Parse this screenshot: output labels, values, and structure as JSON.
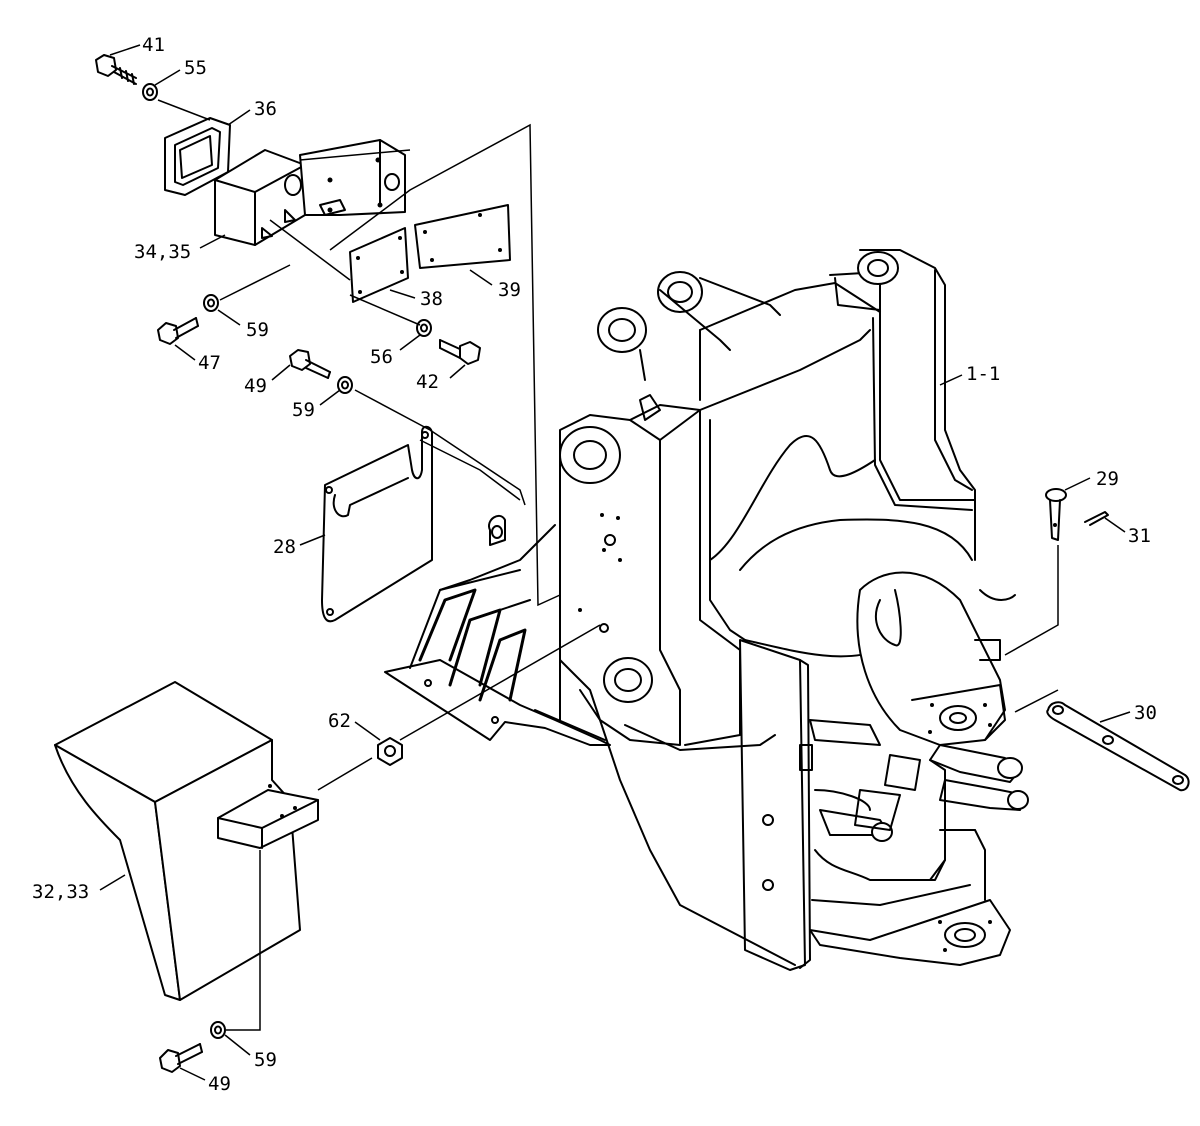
{
  "callouts": [
    {
      "id": "c41",
      "text": "41"
    },
    {
      "id": "c55",
      "text": "55"
    },
    {
      "id": "c36",
      "text": "36"
    },
    {
      "id": "c3435",
      "text": "34,35"
    },
    {
      "id": "c38",
      "text": "38"
    },
    {
      "id": "c39",
      "text": "39"
    },
    {
      "id": "c59a",
      "text": "59"
    },
    {
      "id": "c47",
      "text": "47"
    },
    {
      "id": "c56",
      "text": "56"
    },
    {
      "id": "c42",
      "text": "42"
    },
    {
      "id": "c49a",
      "text": "49"
    },
    {
      "id": "c59b",
      "text": "59"
    },
    {
      "id": "c11",
      "text": "1-1"
    },
    {
      "id": "c28",
      "text": "28"
    },
    {
      "id": "c29",
      "text": "29"
    },
    {
      "id": "c31",
      "text": "31"
    },
    {
      "id": "c62",
      "text": "62"
    },
    {
      "id": "c30",
      "text": "30"
    },
    {
      "id": "c3233",
      "text": "32,33"
    },
    {
      "id": "c59c",
      "text": "59"
    },
    {
      "id": "c49b",
      "text": "49"
    }
  ]
}
